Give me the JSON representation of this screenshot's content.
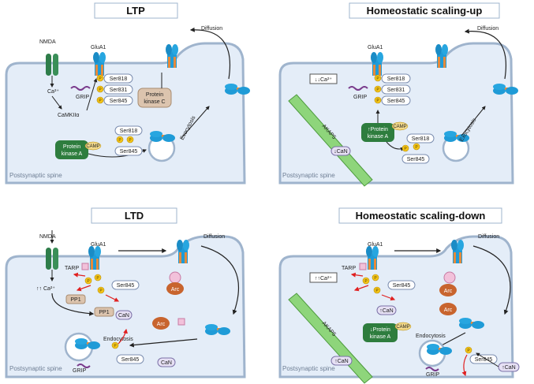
{
  "panels": {
    "ltp": {
      "title": "LTP",
      "nmda": "NMDA",
      "glua1": "GluA1",
      "diffusion": "Diffusion",
      "ca": "Ca²⁺",
      "grip": "GRIP",
      "camkii": "CaMKIIα",
      "s818": "Ser818",
      "s831": "Ser831",
      "s845": "Ser845",
      "pkc_line1": "Protein",
      "pkc_line2": "kinase C",
      "exocytosis": "Exocytosis",
      "pka_line1": "Protein",
      "pka_line2": "kinase A",
      "camp": "CAMP",
      "s818b": "Ser818",
      "s845b": "Ser845",
      "spine": "Postsynaptic spine"
    },
    "hsu": {
      "title": "Homeostatic scaling-up",
      "glua1": "GluA1",
      "diffusion": "Diffusion",
      "ca_badge": "↓↓Ca²⁺",
      "grip": "GRIP",
      "s818": "Ser818",
      "s831": "Ser831",
      "s845": "Ser845",
      "akap5": "AKAP5",
      "pka_line1": "↑Protein",
      "pka_line2": "kinase A",
      "camp": "CAMP",
      "exocytosis": "Exocytosis",
      "can": "↓CaN",
      "s818b": "Ser818",
      "s845b": "Ser845",
      "spine": "Postsynaptic spine"
    },
    "ltd": {
      "title": "LTD",
      "nmda": "NMDA",
      "glua1": "GluA1",
      "diffusion": "Diffusion",
      "tarp": "TARP",
      "ca": "↑↑ Ca²⁺",
      "s845": "Ser845",
      "pp1a": "PP1",
      "pp1b": "PP1",
      "can": "CaN",
      "arc": "Arc",
      "arc2": "Arc",
      "endocytosis": "Endocytosis",
      "grip": "GRIP",
      "s845b": "Ser845",
      "can2": "CaN",
      "spine": "Postsynaptic spine"
    },
    "hsd": {
      "title": "Homeostatic scaling-down",
      "glua1": "GluA1",
      "diffusion": "Diffusion",
      "tarp": "TARP",
      "ca_badge": "↑↑Ca²⁺",
      "s845": "Ser845",
      "can": "↑CaN",
      "arc": "Arc",
      "arc2": "Arc",
      "akap5": "AKAP5",
      "pka_line1": "↓Protein",
      "pka_line2": "kinase A",
      "camp": "CAMP",
      "endocytosis": "Endocytosis",
      "grip": "GRIP",
      "s845b": "Ser845",
      "can2": "↑CaN",
      "can3": "↑CaN",
      "spine": "Postsynaptic spine"
    }
  },
  "colors": {
    "cytoplasm": "#e4edf8",
    "membrane": "#9fb4cd",
    "receptor": "#1f9bd7",
    "nmda": "#2e7d4a",
    "akap": "#8ed57b",
    "pka": "#2e7d3e",
    "pkc": "#dcc4ae",
    "phospho": "#f5c518",
    "arc": "#c8642e",
    "arrow_red": "#e02020"
  }
}
